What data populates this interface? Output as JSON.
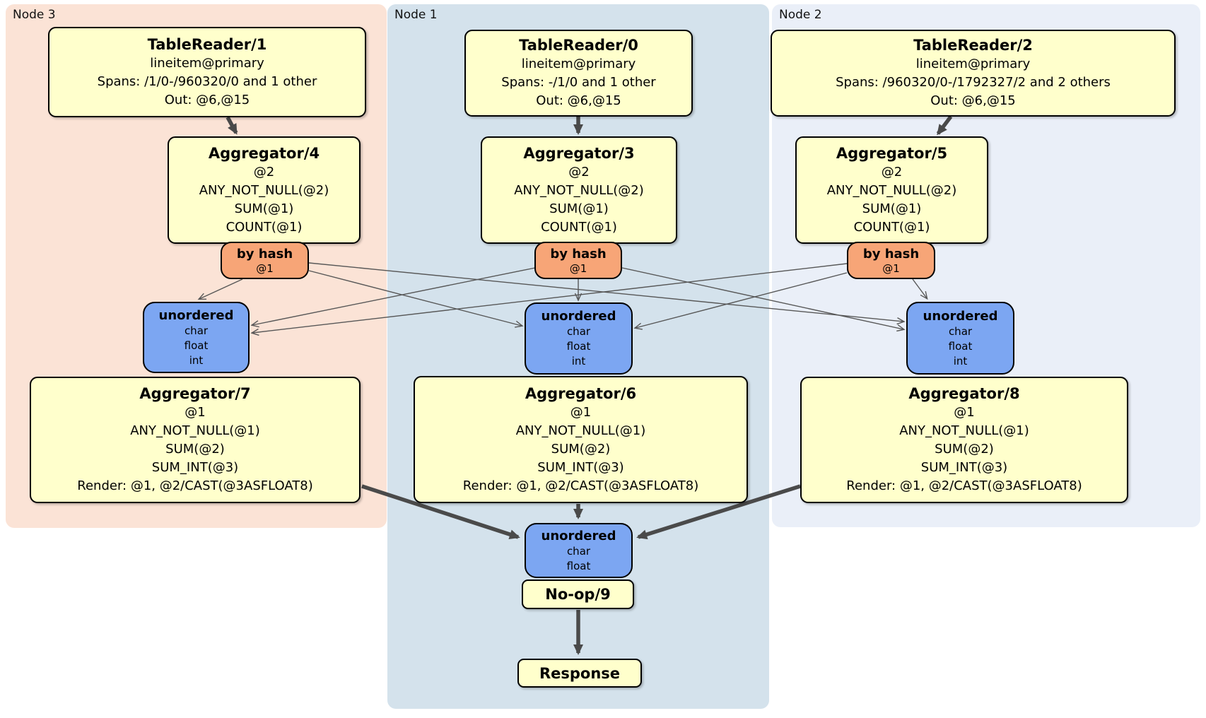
{
  "regions": {
    "node3": {
      "label": "Node 3"
    },
    "node1": {
      "label": "Node 1"
    },
    "node2": {
      "label": "Node 2"
    }
  },
  "boxes": {
    "tr1": {
      "title": "TableReader/1",
      "lines": [
        "lineitem@primary",
        "Spans: /1/0-/960320/0 and 1 other",
        "Out: @6,@15"
      ]
    },
    "tr0": {
      "title": "TableReader/0",
      "lines": [
        "lineitem@primary",
        "Spans: -/1/0 and 1 other",
        "Out: @6,@15"
      ]
    },
    "tr2": {
      "title": "TableReader/2",
      "lines": [
        "lineitem@primary",
        "Spans: /960320/0-/1792327/2 and 2 others",
        "Out: @6,@15"
      ]
    },
    "agg4": {
      "title": "Aggregator/4",
      "lines": [
        "@2",
        "ANY_NOT_NULL(@2)",
        "SUM(@1)",
        "COUNT(@1)"
      ]
    },
    "agg3": {
      "title": "Aggregator/3",
      "lines": [
        "@2",
        "ANY_NOT_NULL(@2)",
        "SUM(@1)",
        "COUNT(@1)"
      ]
    },
    "agg5": {
      "title": "Aggregator/5",
      "lines": [
        "@2",
        "ANY_NOT_NULL(@2)",
        "SUM(@1)",
        "COUNT(@1)"
      ]
    },
    "agg7": {
      "title": "Aggregator/7",
      "lines": [
        "@1",
        "ANY_NOT_NULL(@1)",
        "SUM(@2)",
        "SUM_INT(@3)",
        "Render: @1, @2/CAST(@3ASFLOAT8)"
      ]
    },
    "agg6": {
      "title": "Aggregator/6",
      "lines": [
        "@1",
        "ANY_NOT_NULL(@1)",
        "SUM(@2)",
        "SUM_INT(@3)",
        "Render: @1, @2/CAST(@3ASFLOAT8)"
      ]
    },
    "agg8": {
      "title": "Aggregator/8",
      "lines": [
        "@1",
        "ANY_NOT_NULL(@1)",
        "SUM(@2)",
        "SUM_INT(@3)",
        "Render: @1, @2/CAST(@3ASFLOAT8)"
      ]
    },
    "noop": {
      "title": "No-op/9"
    },
    "response": {
      "title": "Response"
    }
  },
  "routers": {
    "hash_left": {
      "label": "by hash",
      "detail": "@1"
    },
    "hash_mid": {
      "label": "by hash",
      "detail": "@1"
    },
    "hash_right": {
      "label": "by hash",
      "detail": "@1"
    }
  },
  "syncs": {
    "unordered_left": {
      "label": "unordered",
      "types": [
        "char",
        "float",
        "int"
      ]
    },
    "unordered_mid": {
      "label": "unordered",
      "types": [
        "char",
        "float",
        "int"
      ]
    },
    "unordered_right": {
      "label": "unordered",
      "types": [
        "char",
        "float",
        "int"
      ]
    },
    "unordered_final": {
      "label": "unordered",
      "types": [
        "char",
        "float"
      ]
    }
  },
  "colors": {
    "node3-bg": "#fbe3d6",
    "node1-bg": "#d4e2ec",
    "node2-bg": "#eaeff8",
    "proc": "#ffffcc",
    "router": "#f7a577",
    "sync": "#7ca6f2",
    "edge": "#4a4a4a",
    "edge-thin": "#575757"
  }
}
